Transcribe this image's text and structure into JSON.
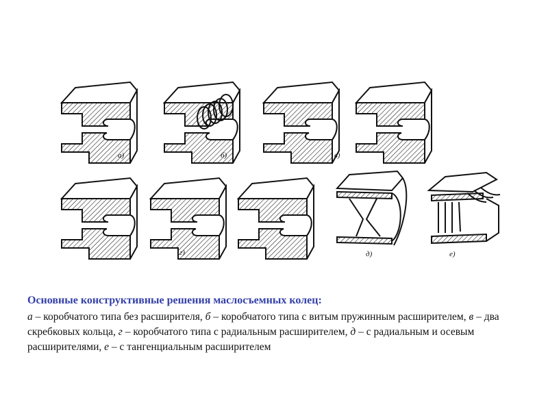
{
  "figure": {
    "labels": {
      "a": "а)",
      "b": "б)",
      "v": "в)",
      "g": "г)",
      "d": "д)",
      "e": "е)"
    }
  },
  "caption": {
    "title": "Основные конструктивные решения маслосъемных колец:",
    "parts": [
      {
        "letter": "а",
        "text": " – коробчатого типа без расширителя, "
      },
      {
        "letter": "б",
        "text": " – коробчатого типа с витым пружинным расширителем, "
      },
      {
        "letter": "в",
        "text": " – два скребковых кольца, "
      },
      {
        "letter": "г",
        "text": " – коробчатого типа с радиальным расширителем, "
      },
      {
        "letter": "д",
        "text": " – с радиальным и осевым расширителями, "
      },
      {
        "letter": "е",
        "text": " – с тангенциальным расширителем"
      }
    ]
  }
}
